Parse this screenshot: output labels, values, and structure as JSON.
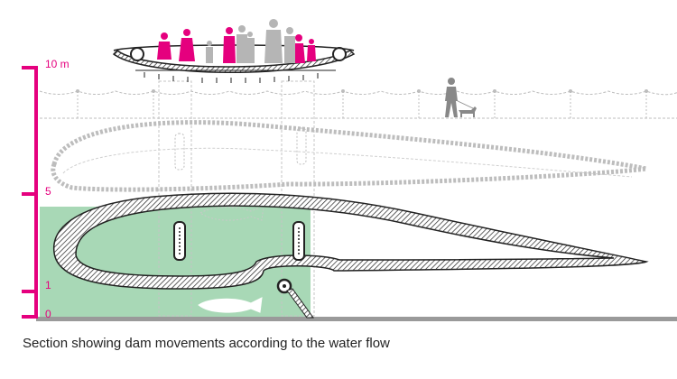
{
  "scale": {
    "labels": [
      "10 m",
      "5",
      "1",
      "0"
    ],
    "color": "#e5007e"
  },
  "caption": "Section showing dam movements according to the water flow",
  "colors": {
    "water": "#a8d8b6",
    "accent": "#e5007e",
    "ground": "#9a9a9a",
    "outline": "#222222",
    "ghost": "#b8b8b8",
    "people_grey": "#b5b5b5"
  },
  "icons": [
    "raised-platform-icon",
    "pedestrian-icon",
    "dog-icon",
    "fish-icon",
    "hinge-pivot-icon"
  ]
}
